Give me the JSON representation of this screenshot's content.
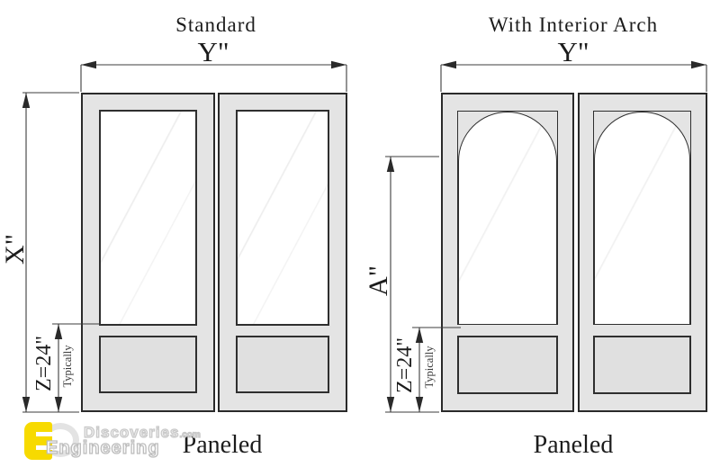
{
  "colors": {
    "door_fill": "#e4e4e4",
    "panel_fill": "#e0e0e0",
    "outline": "#2a2a2a",
    "dimension_line": "#3c3c3c",
    "logo_yellow": "#f7da00"
  },
  "diagrams": [
    {
      "title": "Standard",
      "style_label": "Paneled",
      "width_dim": "Y\"",
      "height_dim": "X\"",
      "panel_dim": "Z=24\"",
      "panel_dim_note": "Typically"
    },
    {
      "title": "With Interior Arch",
      "style_label": "Paneled",
      "width_dim": "Y\"",
      "height_dim": "A\"",
      "panel_dim": "Z=24\"",
      "panel_dim_note": "Typically"
    }
  ],
  "watermark": {
    "line1": "Discoveries",
    "line1_suffix": ".com",
    "line2": "Engineering"
  }
}
